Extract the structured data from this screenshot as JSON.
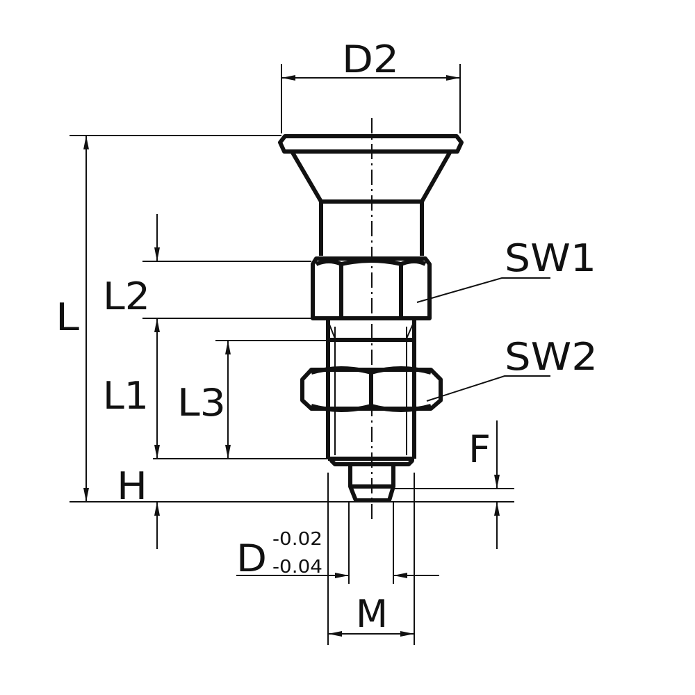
{
  "labels": {
    "d2": "D2",
    "l": "L",
    "l2": "L2",
    "l1": "L1",
    "l3": "L3",
    "h": "H",
    "f": "F",
    "sw1": "SW1",
    "sw2": "SW2",
    "d": "D",
    "d_tol_upper": "-0.02",
    "d_tol_lower": "-0.04",
    "m": "M"
  }
}
